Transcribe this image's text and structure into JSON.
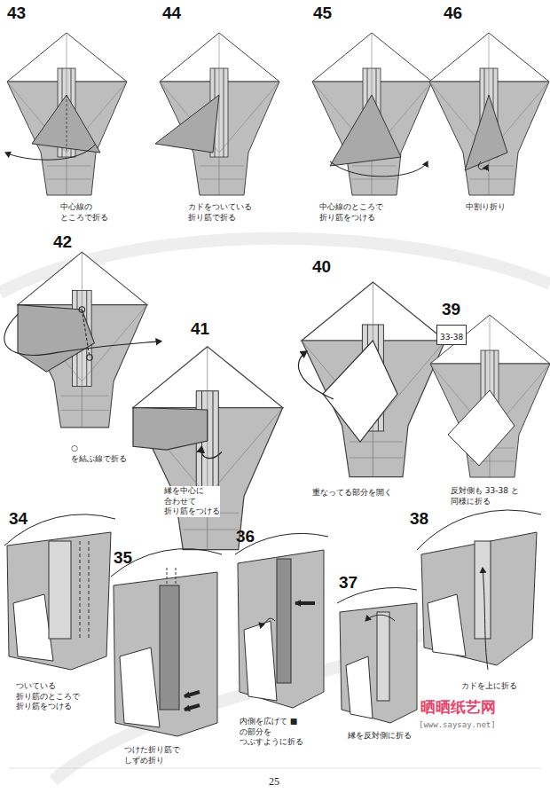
{
  "diagram": {
    "nodes": [
      {
        "text": [
          "33-38"
        ]
      }
    ],
    "labels": [
      "43",
      "44",
      "45",
      "46",
      "中心線の ところで折る",
      "カドをついている 折り筋で折る",
      "中心線のところで 折り筋をつける",
      "中割り折り",
      "42",
      "○を結ぶ線で折る",
      "41",
      "縁を中心に 合わせて 折り筋をつける",
      "40",
      "重なってる部分を開く",
      "39",
      "反対側も 33-38 と 同様に折る",
      "34",
      "ついている 折り筋のところで 折り筋をつける",
      "35",
      "つけた折り筋で しずめ折り",
      "36",
      "内側を広げて ■の部分を つぶすように折る",
      "37",
      "縁を反対側に折る",
      "38",
      "カドを上に折る",
      "晒晒纸艺网",
      "[www.saysay.net]",
      "25"
    ]
  }
}
